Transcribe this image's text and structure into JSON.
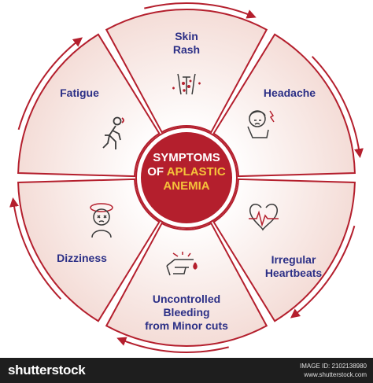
{
  "diagram": {
    "title_line1": "SYMPTOMS",
    "title_line2_prefix": "OF ",
    "title_line2_highlight": "APLASTIC",
    "title_line3": "ANEMIA",
    "segments": [
      {
        "label": "Skin\nRash",
        "icon": "skin-rash-icon"
      },
      {
        "label": "Headache",
        "icon": "headache-icon"
      },
      {
        "label": "Irregular\nHeartbeats",
        "icon": "irregular-heartbeat-icon"
      },
      {
        "label": "Uncontrolled\nBleeding\nfrom Minor cuts",
        "icon": "bleeding-finger-icon"
      },
      {
        "label": "Dizziness",
        "icon": "dizziness-icon"
      },
      {
        "label": "Fatigue",
        "icon": "fatigue-icon"
      }
    ],
    "colors": {
      "accent_red": "#b41f2d",
      "text_navy": "#2b2f86",
      "segment_fill": "#f6e3df",
      "highlight_yellow": "#f5c23a"
    }
  },
  "footer": {
    "brand": "shutterstock",
    "image_id_label": "IMAGE ID: 2102138980",
    "site": "www.shutterstock.com"
  }
}
